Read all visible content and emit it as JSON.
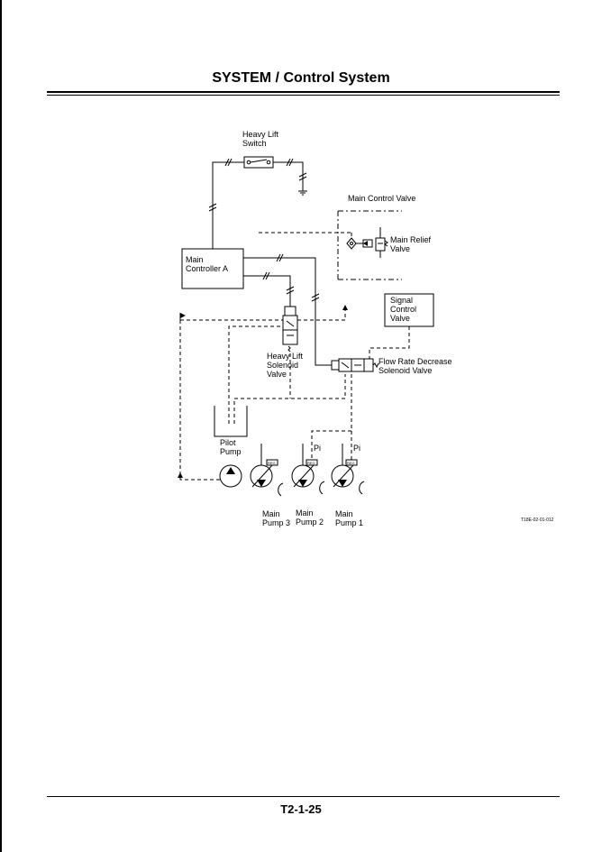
{
  "header": {
    "title": "SYSTEM / Control System"
  },
  "footer": {
    "page_number": "T2-1-25"
  },
  "diagram": {
    "heavy_lift_switch": [
      "Heavy Lift",
      "Switch"
    ],
    "main_control_valve": "Main Control Valve",
    "main_relief_valve": [
      "Main Relief",
      "Valve"
    ],
    "main_controller": [
      "Main",
      "Controller A"
    ],
    "signal_control_valve": [
      "Signal",
      "Control",
      "Valve"
    ],
    "heavy_lift_solenoid_valve": [
      "Heavy Lift",
      "Solenoid",
      "Valve"
    ],
    "flow_rate_decrease_solenoid_valve": [
      "Flow Rate Decrease",
      "Solenoid Valve"
    ],
    "pilot_pump": [
      "Pilot",
      "Pump"
    ],
    "main_pump_3": [
      "Main",
      "Pump 3"
    ],
    "main_pump_2": [
      "Main",
      "Pump 2"
    ],
    "main_pump_1": [
      "Main",
      "Pump 1"
    ],
    "pi_label": "Pi",
    "reg_label": "REG",
    "figure_code": "T18E-02-01-012"
  }
}
